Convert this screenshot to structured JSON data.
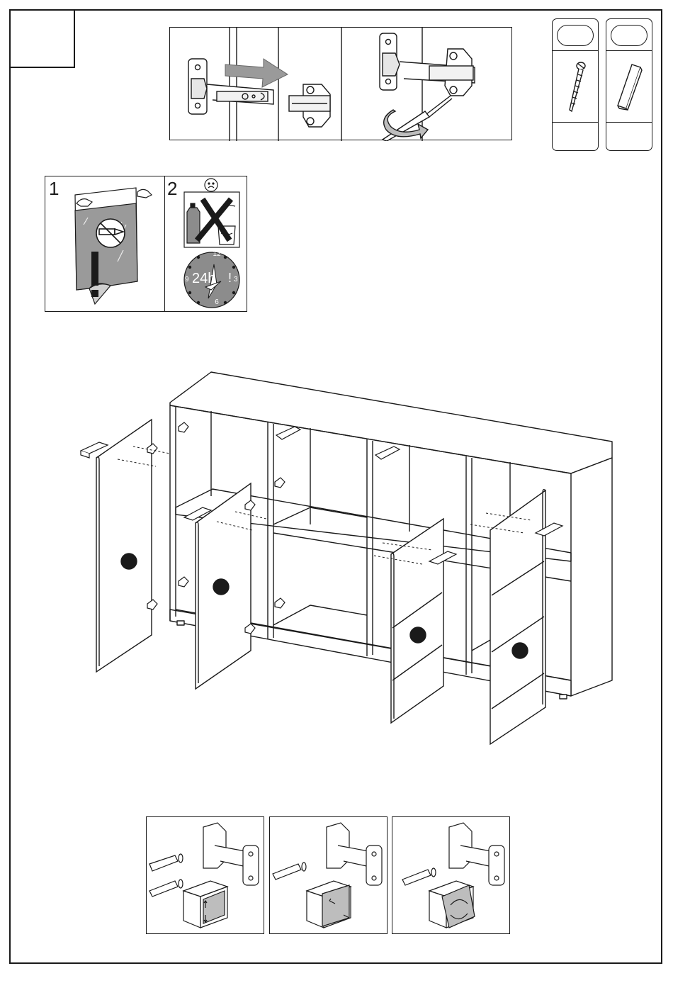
{
  "step": {
    "number": ""
  },
  "hardware": [
    {
      "letter": "",
      "quantity": "",
      "icon": "screw-icon"
    },
    {
      "letter": "",
      "quantity": "",
      "icon": "handle-bar-icon"
    }
  ],
  "care": {
    "panel1_number": "1",
    "panel2_number": "2",
    "warning_mark": "!",
    "clock_text": "24h",
    "clock_mark": "!",
    "clock_numbers": [
      "12",
      "3",
      "6",
      "9"
    ]
  },
  "colors": {
    "line": "#1a1a1a",
    "film": "#9a9a9a",
    "clock": "#8c8c8c",
    "fill": "#ffffff"
  },
  "icons": [
    "hinge-icon",
    "arrow-icon",
    "screwdriver-icon",
    "rotate-arrow-icon",
    "sad-face-icon",
    "cross-icon",
    "clock-icon",
    "cabinet-icon",
    "door-icon",
    "adjust-cube-icon"
  ]
}
